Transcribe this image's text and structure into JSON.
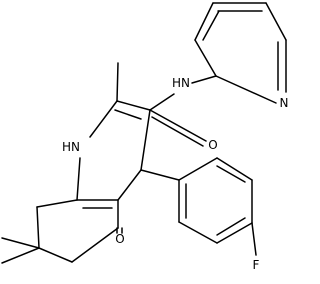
{
  "molecule": {
    "atom_labels": {
      "nh_ring": "HN",
      "nh_amide": "HN",
      "n_pyridine": "N",
      "o_amide": "O",
      "o_ketone": "O",
      "f": "F"
    }
  },
  "colors": {
    "bond": "#000000",
    "label": "#000000",
    "background": "#ffffff"
  }
}
